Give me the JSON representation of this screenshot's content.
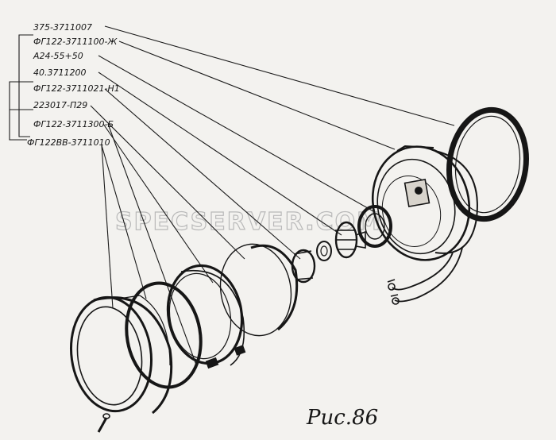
{
  "labels": [
    "375-3711007",
    "ФГ122-3711100-Ж",
    "А24-55+50",
    "40.3711200",
    "ФГ122-3711021-Н1",
    "223017-П29",
    "ФГ122-3711300-Б",
    "ФГ122ВВ-3711010"
  ],
  "caption": "Рис.86",
  "watermark": "SPECSERVER.COM",
  "colors": {
    "ink": "#161616",
    "paper": "#f3f2ef",
    "watermark": "#b9b9b9"
  }
}
